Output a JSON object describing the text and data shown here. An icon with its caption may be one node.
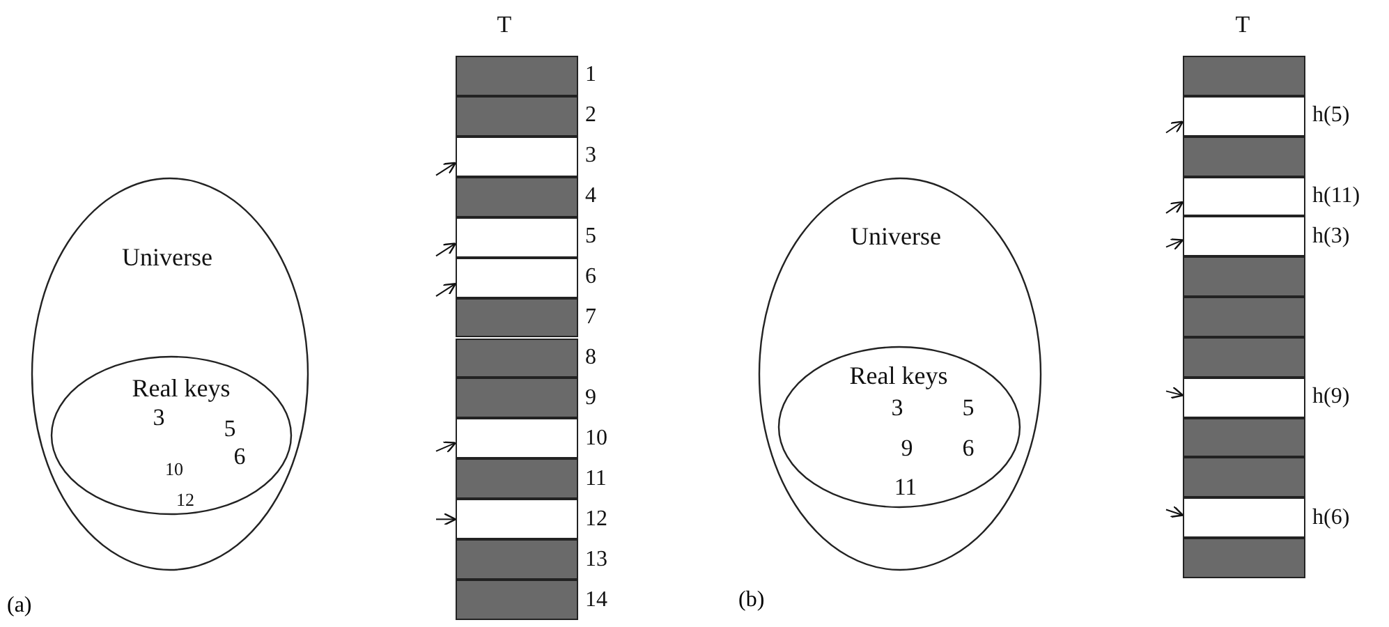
{
  "diagram": {
    "nodes": [
      {
        "text": [
          "Universe"
        ]
      },
      {
        "text": [
          "Real keys",
          "3",
          "5",
          "6",
          "10",
          "12"
        ],
        "in": 0
      },
      {
        "text": [
          "T"
        ]
      },
      {
        "text": [],
        "shape": "bar",
        "in": 2,
        "beside": [
          "1"
        ]
      },
      {
        "text": [],
        "shape": "bar",
        "in": 2,
        "beside": [
          "2"
        ]
      },
      {
        "text": [],
        "shape": "box",
        "in": 2,
        "beside": [
          "3"
        ]
      },
      {
        "text": [],
        "shape": "bar",
        "in": 2,
        "beside": [
          "4"
        ]
      },
      {
        "text": [],
        "shape": "box",
        "in": 2,
        "beside": [
          "5"
        ]
      },
      {
        "text": [],
        "shape": "box",
        "in": 2,
        "beside": [
          "6"
        ]
      },
      {
        "text": [],
        "shape": "bar",
        "in": 2,
        "beside": [
          "7"
        ]
      },
      {
        "text": [],
        "shape": "bar",
        "in": 2,
        "beside": [
          "8"
        ]
      },
      {
        "text": [],
        "shape": "bar",
        "in": 2,
        "beside": [
          "9"
        ]
      },
      {
        "text": [],
        "shape": "box",
        "in": 2,
        "beside": [
          "10"
        ]
      },
      {
        "text": [],
        "shape": "bar",
        "in": 2,
        "beside": [
          "11"
        ]
      },
      {
        "text": [],
        "shape": "box",
        "in": 2,
        "beside": [
          "12"
        ]
      },
      {
        "text": [],
        "shape": "bar",
        "in": 2,
        "beside": [
          "13"
        ]
      },
      {
        "text": [],
        "shape": "bar",
        "in": 2,
        "beside": [
          "14"
        ]
      },
      {
        "text": [
          "Universe"
        ]
      },
      {
        "text": [
          "Real keys",
          "3",
          "5",
          "9",
          "6",
          "11"
        ],
        "in": 17
      },
      {
        "text": [
          "T"
        ]
      },
      {
        "text": [],
        "shape": "bar",
        "in": 19
      },
      {
        "text": [],
        "shape": "box",
        "in": 19,
        "beside": [
          "h(5)"
        ]
      },
      {
        "text": [],
        "shape": "bar",
        "in": 19
      },
      {
        "text": [],
        "shape": "box",
        "in": 19,
        "beside": [
          "h(11)"
        ]
      },
      {
        "text": [],
        "shape": "box",
        "in": 19,
        "beside": [
          "h(3)"
        ]
      },
      {
        "text": [],
        "shape": "bar",
        "in": 19
      },
      {
        "text": [],
        "shape": "bar",
        "in": 19
      },
      {
        "text": [],
        "shape": "bar",
        "in": 19
      },
      {
        "text": [],
        "shape": "box",
        "in": 19,
        "beside": [
          "h(9)"
        ]
      },
      {
        "text": [],
        "shape": "bar",
        "in": 19
      },
      {
        "text": [],
        "shape": "bar",
        "in": 19
      },
      {
        "text": [],
        "shape": "box",
        "in": 19,
        "beside": [
          "h(6)"
        ]
      },
      {
        "text": [],
        "shape": "bar",
        "in": 19
      }
    ],
    "edges": [
      {
        "from": null,
        "to": 5,
        "arrow": "to"
      },
      {
        "from": null,
        "to": 7,
        "arrow": "to"
      },
      {
        "from": null,
        "to": 8,
        "arrow": "to"
      },
      {
        "from": null,
        "to": 12,
        "arrow": "to"
      },
      {
        "from": null,
        "to": 14,
        "arrow": "to"
      },
      {
        "from": null,
        "to": 21,
        "arrow": "to"
      },
      {
        "from": null,
        "to": 23,
        "arrow": "to"
      },
      {
        "from": null,
        "to": 24,
        "arrow": "to"
      },
      {
        "from": null,
        "to": 28,
        "arrow": "to"
      },
      {
        "from": null,
        "to": 31,
        "arrow": "to"
      }
    ],
    "labels": [
      "(a)",
      "(b)"
    ]
  }
}
